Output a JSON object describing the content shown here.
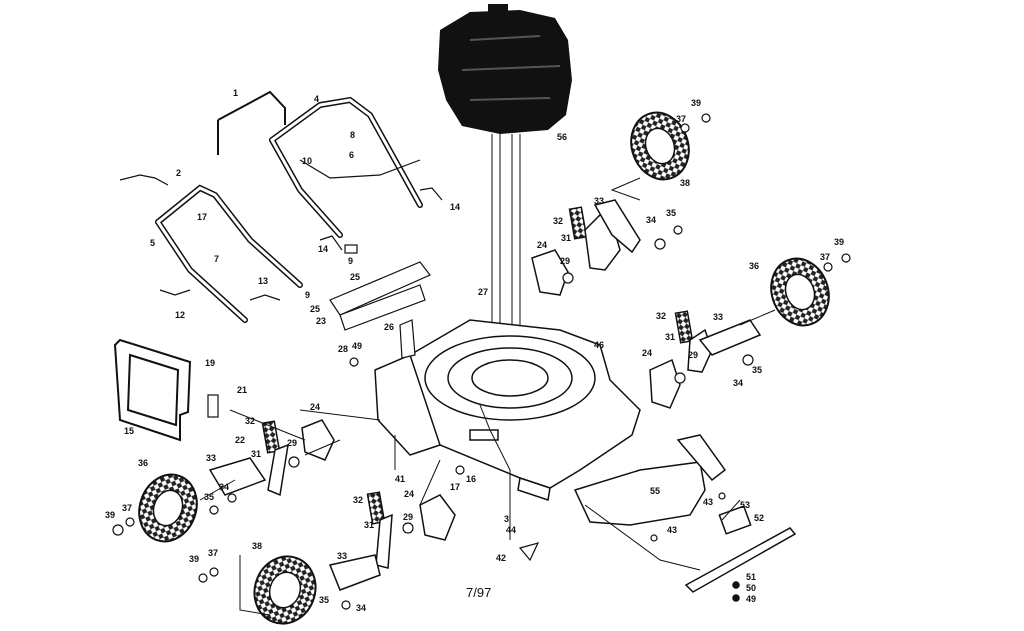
{
  "footer": {
    "date": "7/97"
  },
  "part_numbers": {
    "n1": "1",
    "n2": "2",
    "n3": "3",
    "n4": "4",
    "n5": "5",
    "n6": "6",
    "n7": "7",
    "n8": "8",
    "n9": "9",
    "n10": "10",
    "n12": "12",
    "n13": "13",
    "n14": "14",
    "n15": "15",
    "n16": "16",
    "n17": "17",
    "n19": "19",
    "n21": "21",
    "n22": "22",
    "n23": "23",
    "n24": "24",
    "n25": "25",
    "n26": "26",
    "n27": "27",
    "n28": "28",
    "n29": "29",
    "n31": "31",
    "n32": "32",
    "n33": "33",
    "n34": "34",
    "n35": "35",
    "n36": "36",
    "n37": "37",
    "n38": "38",
    "n39": "39",
    "n41": "41",
    "n42": "42",
    "n43": "43",
    "n44": "44",
    "n46": "46",
    "n49": "49",
    "n50": "50",
    "n51": "51",
    "n52": "52",
    "n53": "53",
    "n55": "55",
    "n56": "56"
  }
}
